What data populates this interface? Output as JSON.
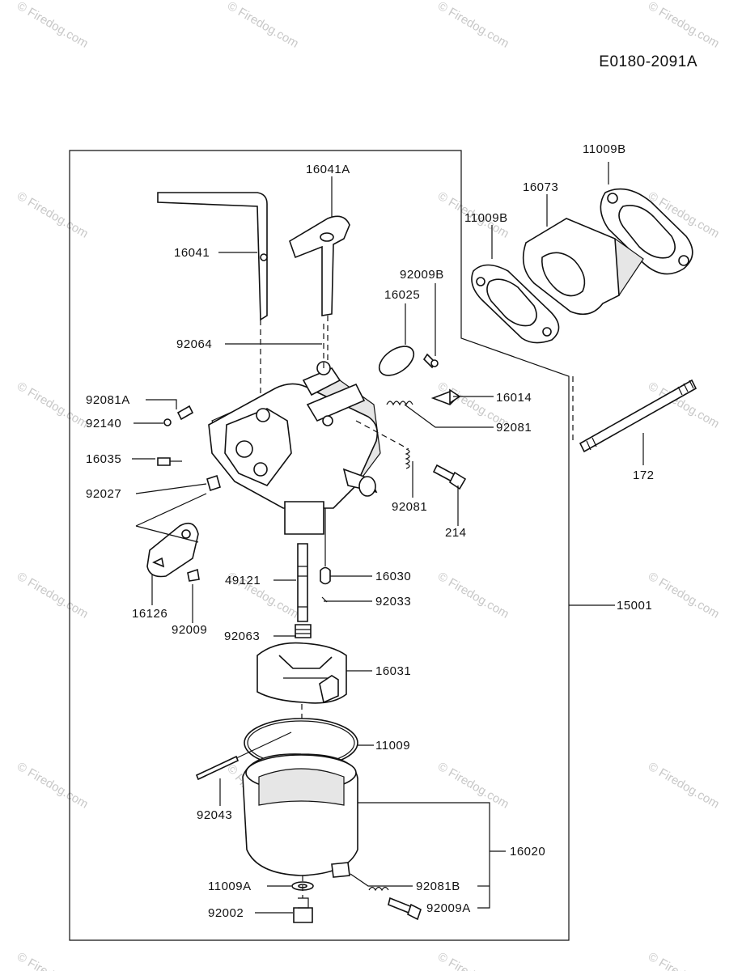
{
  "diagram_code": "E0180-2091A",
  "watermark": "© Firedog.com",
  "callouts": [
    {
      "id": "c-11009b-top",
      "text": "11009B"
    },
    {
      "id": "c-16041a",
      "text": "16041A"
    },
    {
      "id": "c-16073",
      "text": "16073"
    },
    {
      "id": "c-11009b-left",
      "text": "11009B"
    },
    {
      "id": "c-16041",
      "text": "16041"
    },
    {
      "id": "c-92009b",
      "text": "92009B"
    },
    {
      "id": "c-16025",
      "text": "16025"
    },
    {
      "id": "c-92064",
      "text": "92064"
    },
    {
      "id": "c-92081a",
      "text": "92081A"
    },
    {
      "id": "c-16014",
      "text": "16014"
    },
    {
      "id": "c-92140",
      "text": "92140"
    },
    {
      "id": "c-92081-a",
      "text": "92081"
    },
    {
      "id": "c-16035",
      "text": "16035"
    },
    {
      "id": "c-92027",
      "text": "92027"
    },
    {
      "id": "c-92081-b",
      "text": "92081"
    },
    {
      "id": "c-172",
      "text": "172"
    },
    {
      "id": "c-214",
      "text": "214"
    },
    {
      "id": "c-49121",
      "text": "49121"
    },
    {
      "id": "c-16030",
      "text": "16030"
    },
    {
      "id": "c-92033",
      "text": "92033"
    },
    {
      "id": "c-16126",
      "text": "16126"
    },
    {
      "id": "c-15001",
      "text": "15001"
    },
    {
      "id": "c-92009",
      "text": "92009"
    },
    {
      "id": "c-92063",
      "text": "92063"
    },
    {
      "id": "c-16031",
      "text": "16031"
    },
    {
      "id": "c-11009",
      "text": "11009"
    },
    {
      "id": "c-92043",
      "text": "92043"
    },
    {
      "id": "c-16020",
      "text": "16020"
    },
    {
      "id": "c-11009a",
      "text": "11009A"
    },
    {
      "id": "c-92081b",
      "text": "92081B"
    },
    {
      "id": "c-92002",
      "text": "92002"
    },
    {
      "id": "c-92009a",
      "text": "92009A"
    }
  ]
}
